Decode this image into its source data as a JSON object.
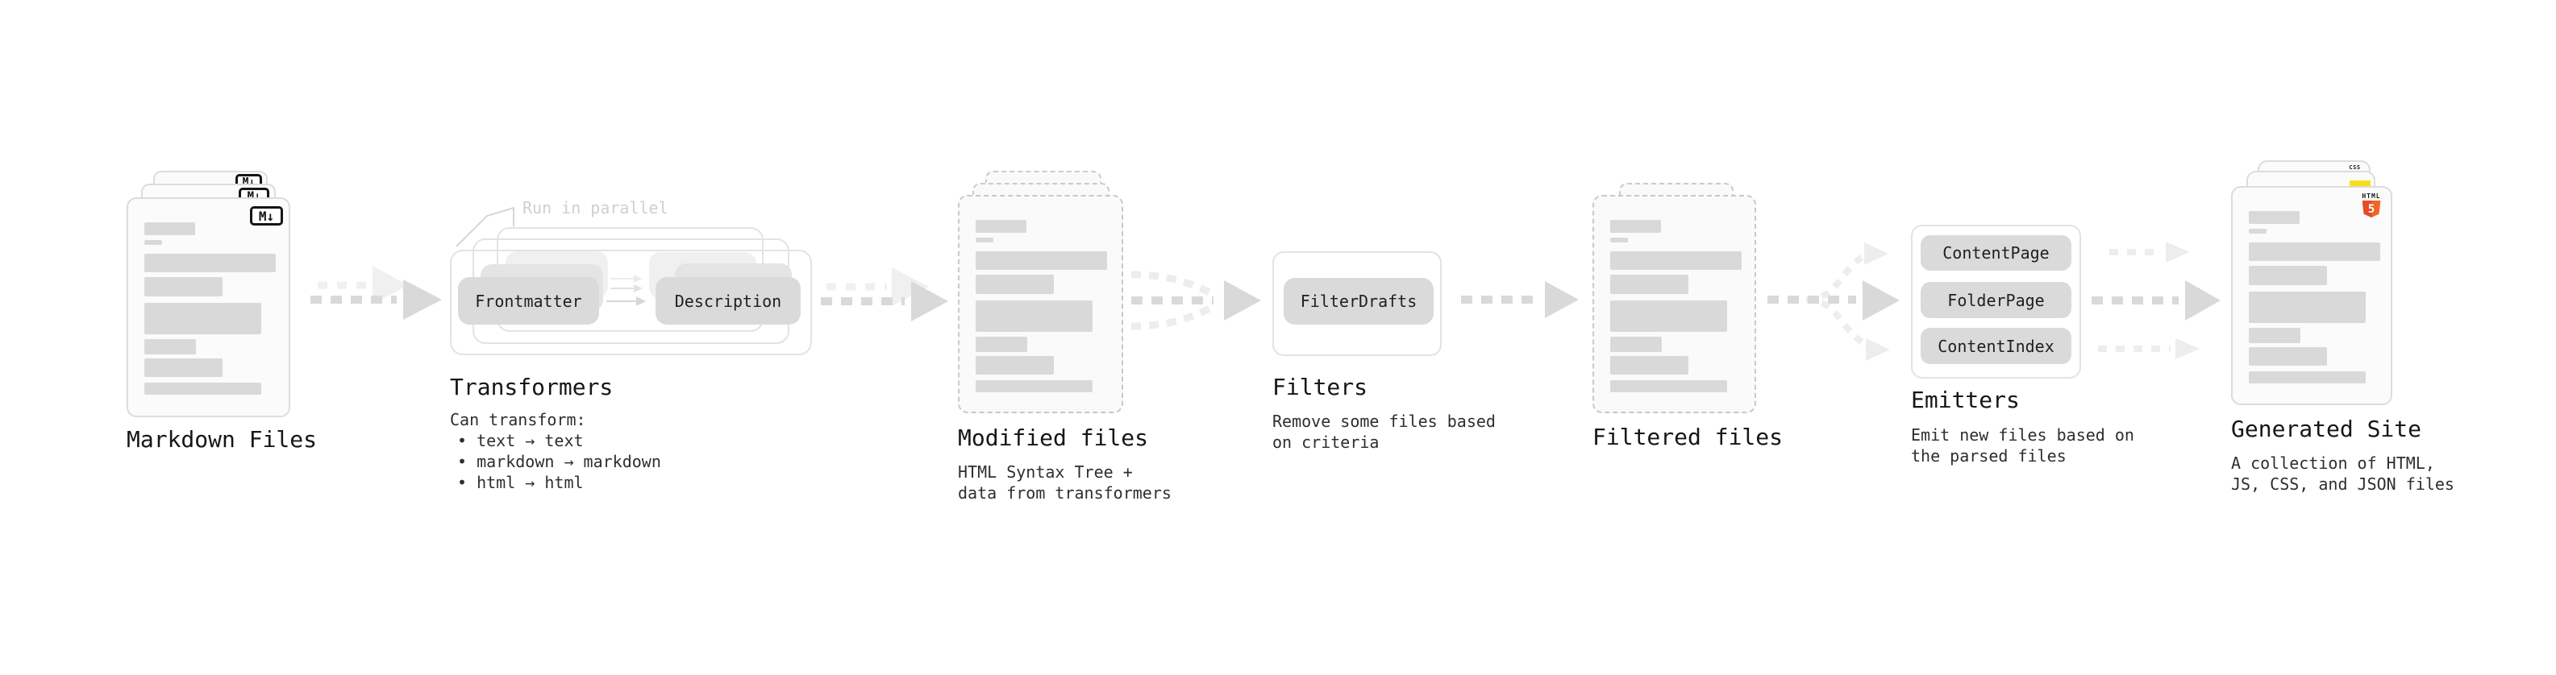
{
  "stages": {
    "markdown": {
      "title": "Markdown Files",
      "badge": "M↓"
    },
    "transformers": {
      "title": "Transformers",
      "annotation": "Run in parallel",
      "plugins": [
        "Frontmatter",
        "Description"
      ],
      "note_title": "Can transform:",
      "bullets": [
        "text → text",
        "markdown → markdown",
        "html → html"
      ]
    },
    "modified": {
      "title": "Modified files",
      "notes": [
        "HTML Syntax Tree +",
        "data from transformers"
      ]
    },
    "filters": {
      "title": "Filters",
      "plugins": [
        "FilterDrafts"
      ],
      "notes": [
        "Remove some files based",
        "on criteria"
      ]
    },
    "filtered": {
      "title": "Filtered files"
    },
    "emitters": {
      "title": "Emitters",
      "plugins": [
        "ContentPage",
        "FolderPage",
        "ContentIndex"
      ],
      "notes": [
        "Emit new files based on",
        "the parsed files"
      ]
    },
    "generated": {
      "title": "Generated Site",
      "notes": [
        "A collection of HTML,",
        "JS, CSS, and JSON files"
      ],
      "badges": {
        "css": "CSS",
        "html": "HTML",
        "html5_number": "5"
      }
    }
  },
  "colors": {
    "arrow_gray": "#d9d9d9",
    "arrow_light": "#efefef",
    "box_fill": "#dadada",
    "doc_border": "#dcdcdc",
    "dashed_border": "#c9c9c9",
    "annotation_gray": "#cfcfcf",
    "html5_orange": "#e44d26",
    "js_yellow": "#f7df1e",
    "css_blue": "#2b63e4"
  }
}
